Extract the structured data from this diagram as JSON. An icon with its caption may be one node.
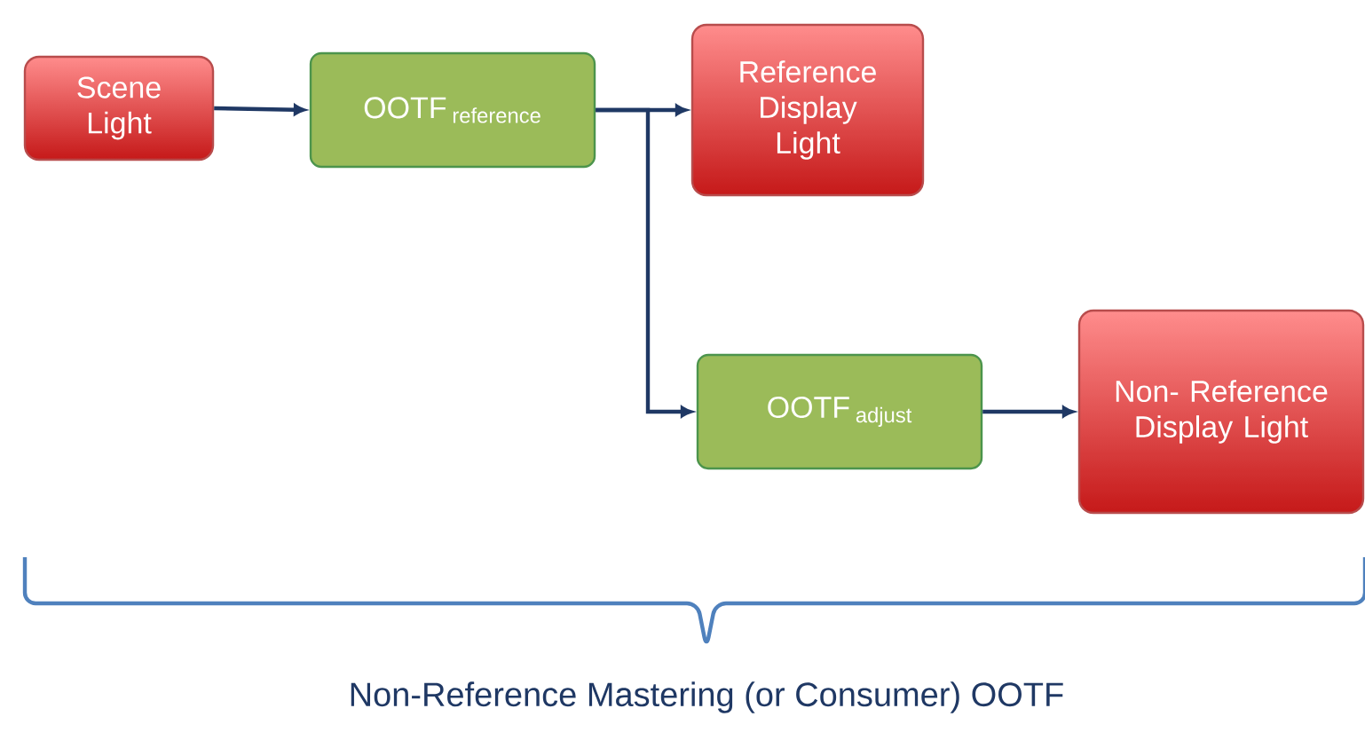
{
  "diagram": {
    "caption": "Non-Reference Mastering (or Consumer) OOTF",
    "nodes": [
      {
        "text": [
          "Scene Light"
        ]
      },
      {
        "text": [
          "\\mathrm{OOTF}\\,{}_{\\mathrm{reference}}"
        ]
      },
      {
        "text": [
          "Reference Display Light"
        ]
      },
      {
        "text": [
          "\\mathrm{OOTF}\\,{}_{\\mathrm{adjust}}"
        ]
      },
      {
        "text": [
          "Non- Reference Display Light"
        ]
      }
    ],
    "edges": [
      {
        "from": 0,
        "to": 1,
        "arrow": "to"
      },
      {
        "from": 1,
        "to": 2,
        "arrow": "to"
      },
      {
        "from": 1,
        "to": 3,
        "arrow": "to"
      },
      {
        "from": 3,
        "to": 4,
        "arrow": "to"
      }
    ]
  }
}
